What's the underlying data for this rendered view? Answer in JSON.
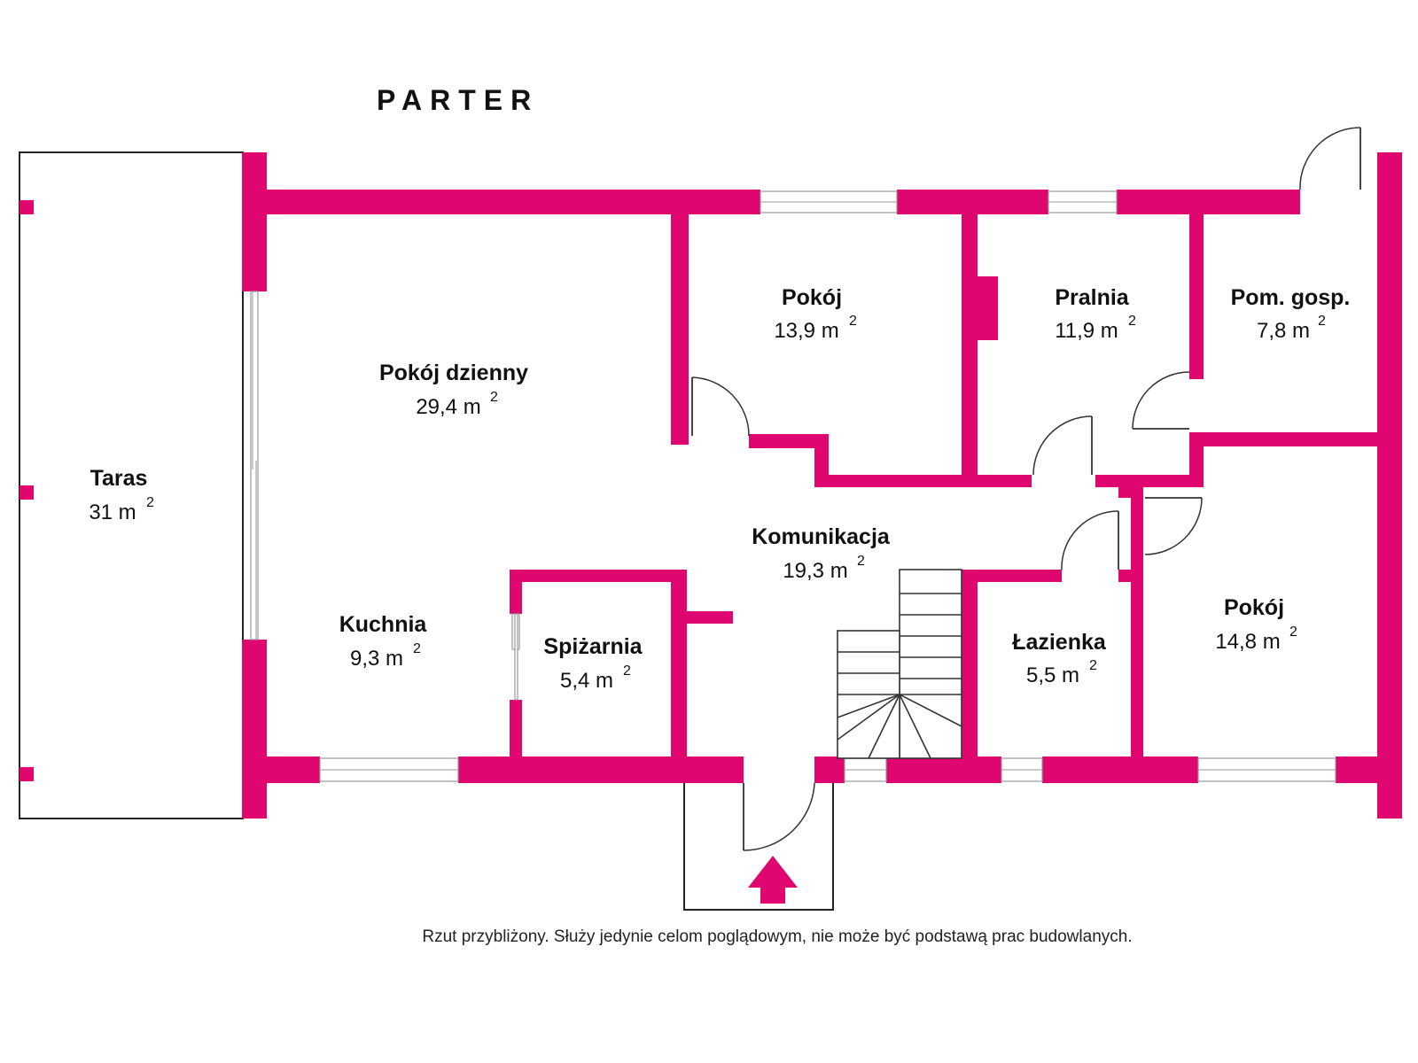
{
  "floor_title": "PARTER",
  "rooms": [
    {
      "id": "taras",
      "name": "Taras",
      "area": "31 m",
      "unit_exp": "2"
    },
    {
      "id": "pokoj-dzienny",
      "name": "Pokój dzienny",
      "area": "29,4 m",
      "unit_exp": "2"
    },
    {
      "id": "pokoj-1",
      "name": "Pokój",
      "area": "13,9 m",
      "unit_exp": "2"
    },
    {
      "id": "pralnia",
      "name": "Pralnia",
      "area": "11,9 m",
      "unit_exp": "2"
    },
    {
      "id": "pom-gosp",
      "name": "Pom. gosp.",
      "area": "7,8 m",
      "unit_exp": "2"
    },
    {
      "id": "komunikacja",
      "name": "Komunikacja",
      "area": "19,3 m",
      "unit_exp": "2"
    },
    {
      "id": "kuchnia",
      "name": "Kuchnia",
      "area": "9,3 m",
      "unit_exp": "2"
    },
    {
      "id": "spizarnia",
      "name": "Spiżarnia",
      "area": "5,4 m",
      "unit_exp": "2"
    },
    {
      "id": "lazienka",
      "name": "Łazienka",
      "area": "5,5 m",
      "unit_exp": "2"
    },
    {
      "id": "pokoj-2",
      "name": "Pokój",
      "area": "14,8 m",
      "unit_exp": "2"
    }
  ],
  "disclaimer": "Rzut przybliżony. Służy jedynie celom poglądowym, nie może być podstawą prac budowlanych.",
  "colors": {
    "wall": "#e0066f",
    "entrance_arrow": "#e0066f"
  },
  "icons": {
    "entrance": "up-arrow-icon"
  }
}
